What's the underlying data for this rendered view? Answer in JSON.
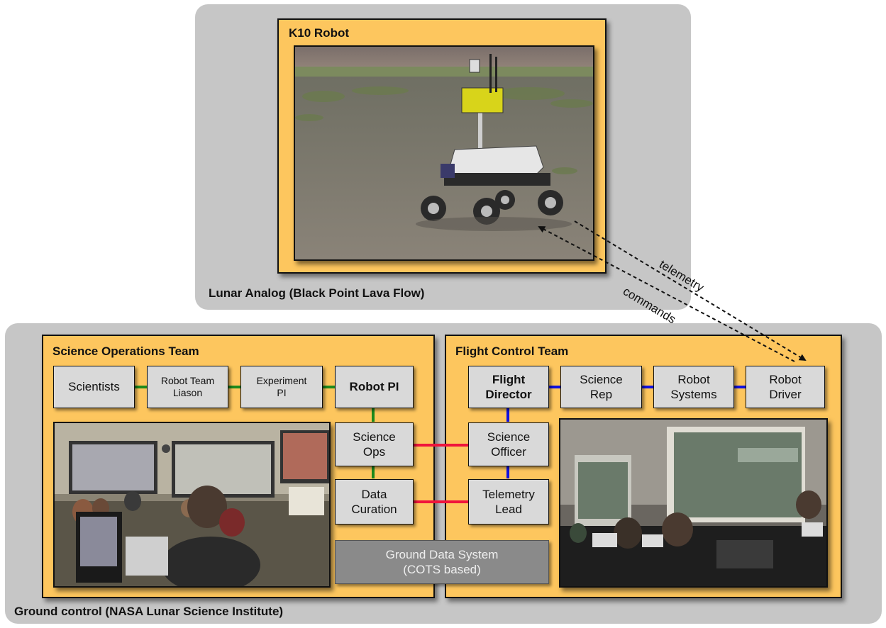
{
  "lunar_analog": {
    "label": "Lunar Analog (Black Point Lava Flow)",
    "robot_panel_title": "K10 Robot",
    "robot_photo": "K10 rover photo"
  },
  "ground_control": {
    "label": "Ground control (NASA Lunar Science Institute)"
  },
  "science_team": {
    "title": "Science Operations Team",
    "boxes": {
      "scientists": "Scientists",
      "robot_team_liason": "Robot Team\nLiason",
      "experiment_pi": "Experiment\nPI",
      "robot_pi": "Robot PI",
      "science_ops": "Science\nOps",
      "data_curation": "Data\nCuration"
    },
    "photo": "Science operations room photo"
  },
  "flight_team": {
    "title": "Flight Control Team",
    "boxes": {
      "flight_director": "Flight\nDirector",
      "science_rep": "Science\nRep",
      "robot_systems": "Robot\nSystems",
      "robot_driver": "Robot\nDriver",
      "science_officer": "Science\nOfficer",
      "telemetry_lead": "Telemetry\nLead"
    },
    "photo": "Flight control room photo"
  },
  "ground_data_system": "Ground Data System\n(COTS based)",
  "links": {
    "telemetry": "telemetry",
    "commands": "commands"
  },
  "colors": {
    "region_gray": "#c6c6c6",
    "panel_orange": "#fdc65e",
    "box_gray": "#d9d9d9",
    "link_green": "#1c8a1c",
    "link_blue": "#1010e0",
    "link_red": "#f0143c"
  }
}
